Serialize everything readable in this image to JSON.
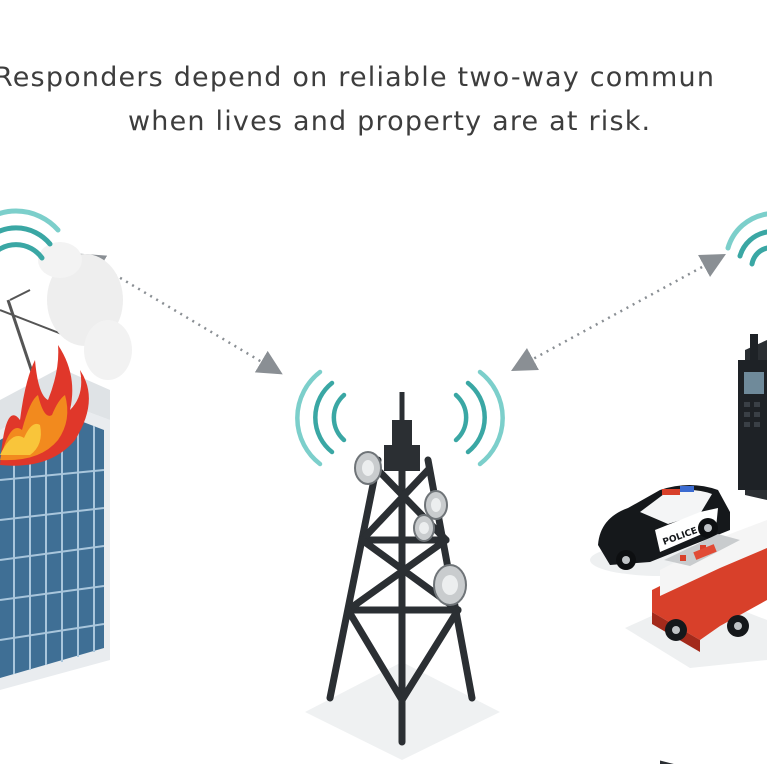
{
  "headline": {
    "line1": "Responders depend on reliable two-way commun",
    "line2": "when lives and property are at risk."
  },
  "police_car": {
    "door_label": "POLICE"
  },
  "colors": {
    "signal_teal": "#3aa7a4",
    "fire_red": "#d8402a",
    "glass_blue": "#3f6f95",
    "tower_dark": "#2b2f33",
    "arrow_gray": "#8a8f94",
    "text_gray": "#3d3d3d"
  },
  "icons": [
    "signal-waves-icon",
    "radio-tower-icon",
    "building-fire-icon",
    "police-car-icon",
    "fire-truck-icon",
    "two-way-radio-icon"
  ]
}
